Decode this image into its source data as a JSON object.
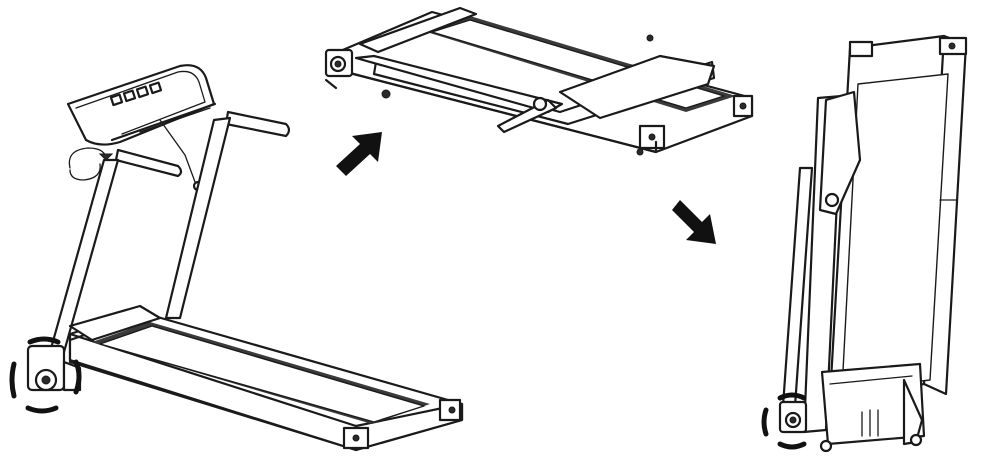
{
  "figure": {
    "panels": [
      {
        "id": "unfolded",
        "icon": "treadmill-unfolded-icon"
      },
      {
        "id": "folded-flat",
        "icon": "treadmill-folded-flat-icon"
      },
      {
        "id": "upright-storage",
        "icon": "treadmill-upright-storage-icon"
      }
    ],
    "arrows": [
      "arrow-right-up-icon",
      "arrow-right-down-icon"
    ],
    "colors": {
      "line": "#1a1a1a",
      "belt": "#3a3a3a",
      "background": "#ffffff"
    }
  }
}
